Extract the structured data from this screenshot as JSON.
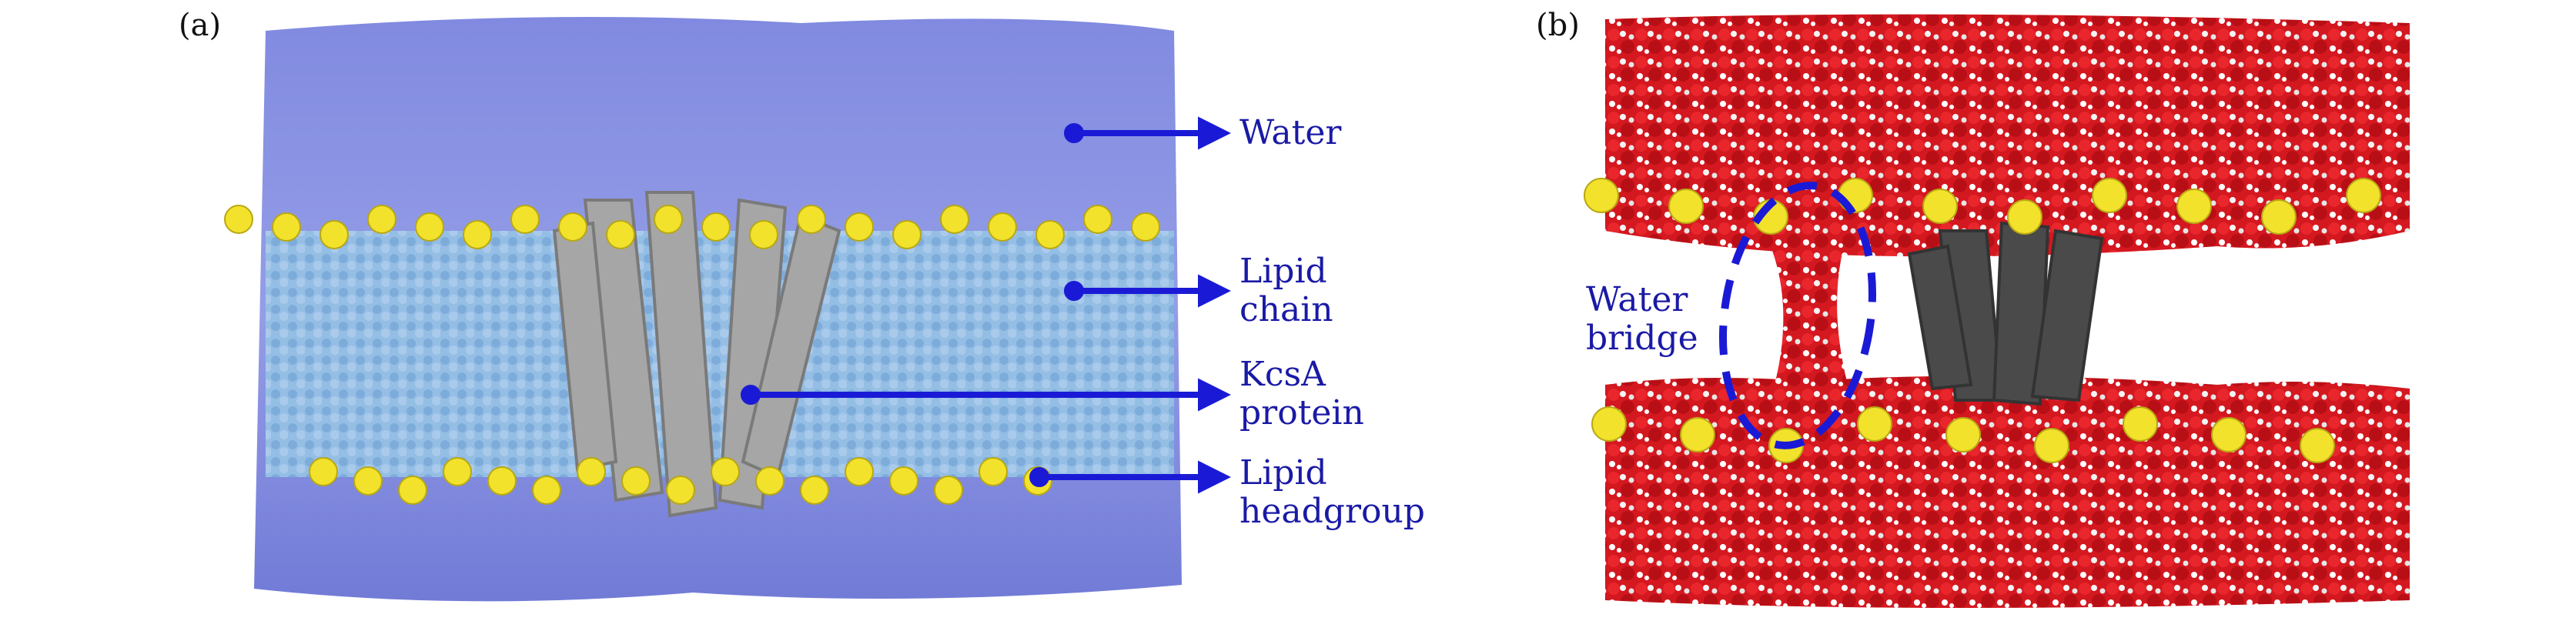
{
  "panel_a": {
    "label": "(a)",
    "annotations": {
      "water": [
        "Water"
      ],
      "lipid_chain": [
        "Lipid",
        "chain"
      ],
      "kcsa": [
        "KcsA",
        "protein"
      ],
      "headgroup": [
        "Lipid",
        "headgroup"
      ]
    }
  },
  "panel_b": {
    "label": "(b)",
    "annotations": {
      "water_bridge": [
        "Water",
        "bridge"
      ]
    }
  },
  "colors": {
    "water_box": "#6f79d8",
    "lipid_chain": "#8fc3e3",
    "headgroup": "#f2e22c",
    "protein": "#a9a9a9",
    "arrow": "#1a1ad6",
    "water_red": "#d8141c",
    "water_white": "#f2f2f2",
    "pore": "#4a4a4a",
    "dash": "#1a1ad6"
  }
}
